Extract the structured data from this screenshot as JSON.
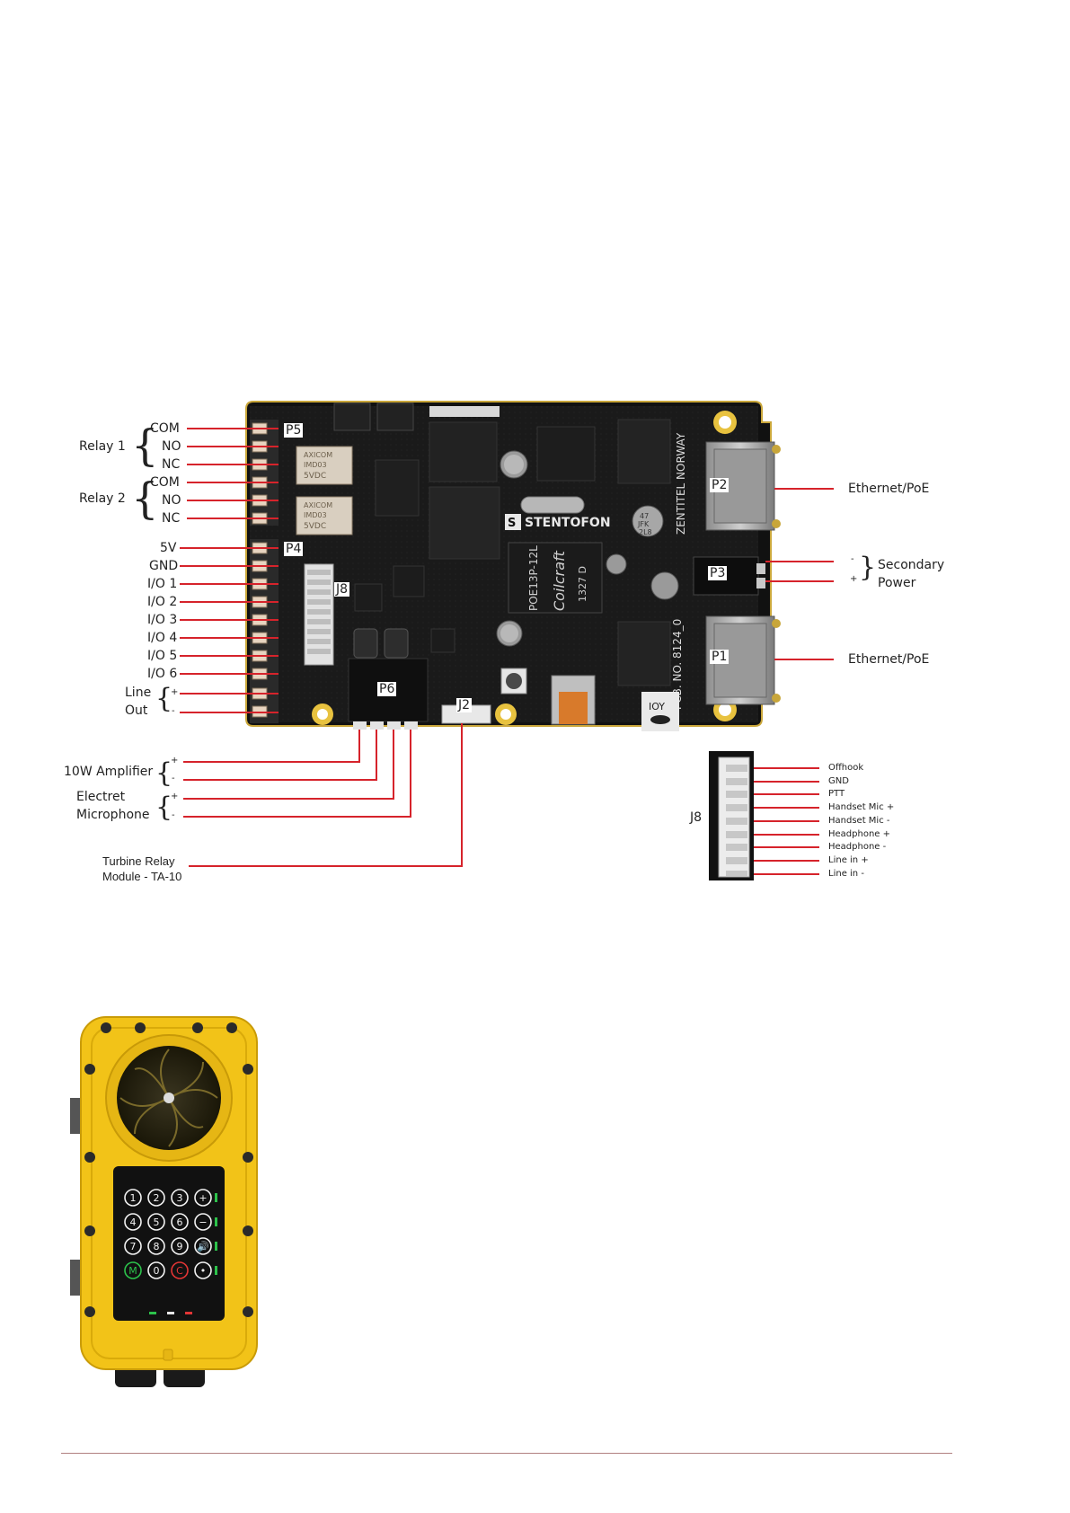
{
  "board": {
    "brand": "STENTOFON",
    "maker": "ZENTITEL NORWAY",
    "chip_label": "POE13P-12L",
    "chip_brand": "Coilcraft",
    "chip_code": "1327 D",
    "relay_brand": "AXICOM",
    "relay_model": "IMD03",
    "relay_voltage": "5VDC",
    "cap_top": "47",
    "cap_mid": "JFK",
    "cap_bottom": "2L8",
    "pcb_no": "PCB. NO. 8124_0",
    "logo_text": "IOY",
    "connectors": {
      "P5": "P5",
      "P4": "P4",
      "J8": "J8",
      "P6": "P6",
      "J2": "J2",
      "P2": "P2",
      "P3": "P3",
      "P1": "P1"
    }
  },
  "left_labels": {
    "relay1": "Relay 1",
    "relay2": "Relay 2",
    "com1": "COM",
    "no1": "NO",
    "nc1": "NC",
    "com2": "COM",
    "no2": "NO",
    "nc2": "NC",
    "v5": "5V",
    "gnd": "GND",
    "io1": "I/O 1",
    "io2": "I/O 2",
    "io3": "I/O 3",
    "io4": "I/O 4",
    "io5": "I/O 5",
    "io6": "I/O 6",
    "line_out_1": "Line",
    "line_out_2": "Out",
    "plus": "+",
    "minus": "-"
  },
  "bottom_labels": {
    "amplifier": "10W Amplifier",
    "electret_1": "Electret",
    "electret_2": "Microphone",
    "turbine_1": "Turbine Relay",
    "turbine_2": "Module - TA-10"
  },
  "right_labels": {
    "eth_top": "Ethernet/PoE",
    "eth_bottom": "Ethernet/PoE",
    "secondary_1": "Secondary",
    "secondary_2": "Power",
    "minus": "-",
    "plus": "+"
  },
  "j8": {
    "label": "J8",
    "pins": [
      "Offhook",
      "GND",
      "PTT",
      "Handset Mic +",
      "Handset Mic -",
      "Headphone +",
      "Headphone -",
      "Line in +",
      "Line in -"
    ]
  },
  "device": {
    "keys": [
      "1",
      "2",
      "3",
      "+",
      "4",
      "5",
      "6",
      "−",
      "7",
      "8",
      "9",
      "🔊",
      "M",
      "0",
      "C",
      "•"
    ],
    "colors": {
      "housing": "#f2c318",
      "keypad": "#111111",
      "red_line": "#d6232b"
    }
  }
}
